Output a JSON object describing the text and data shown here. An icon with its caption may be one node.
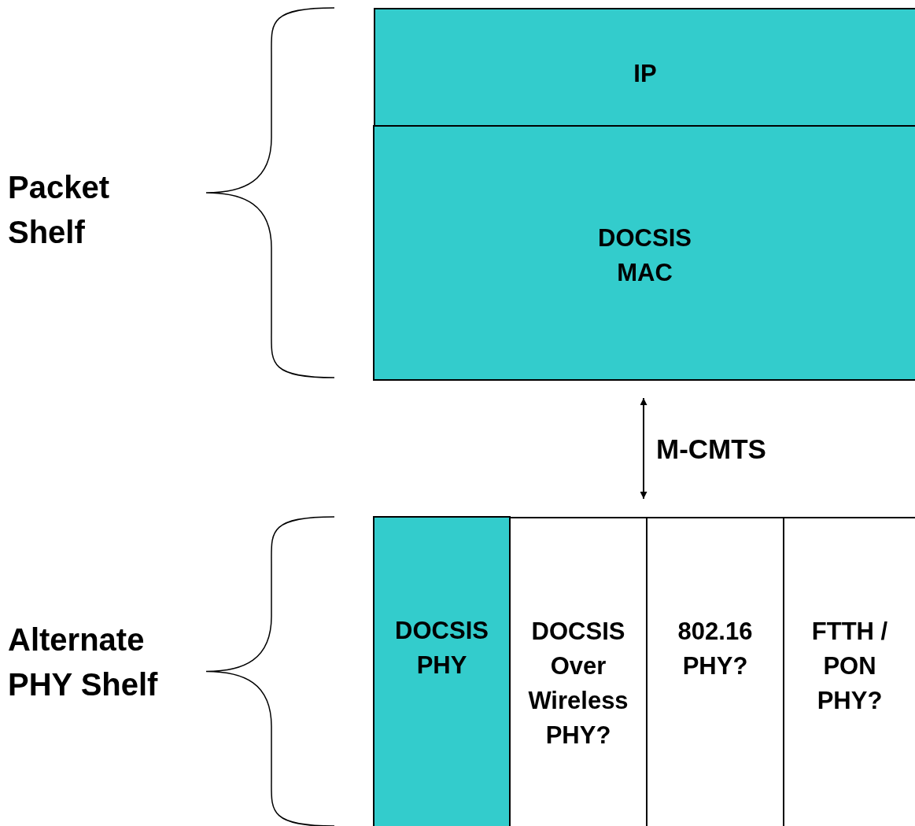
{
  "diagram": {
    "nodes": [
      {
        "text": [
          "IP"
        ]
      },
      {
        "text": [
          "DOCSIS MAC"
        ]
      },
      {
        "text": [
          "DOCSIS PHY"
        ]
      },
      {
        "text": [
          "DOCSIS Over Wireless PHY?"
        ]
      },
      {
        "text": [
          "802.16 PHY?"
        ]
      },
      {
        "text": [
          "FTTH / PON PHY?"
        ]
      }
    ],
    "edges": [
      {
        "from": 1,
        "to": 3,
        "arrow": "both",
        "label": "M-CMTS"
      }
    ],
    "labels": [
      "Packet Shelf",
      "Alternate PHY Shelf"
    ]
  }
}
